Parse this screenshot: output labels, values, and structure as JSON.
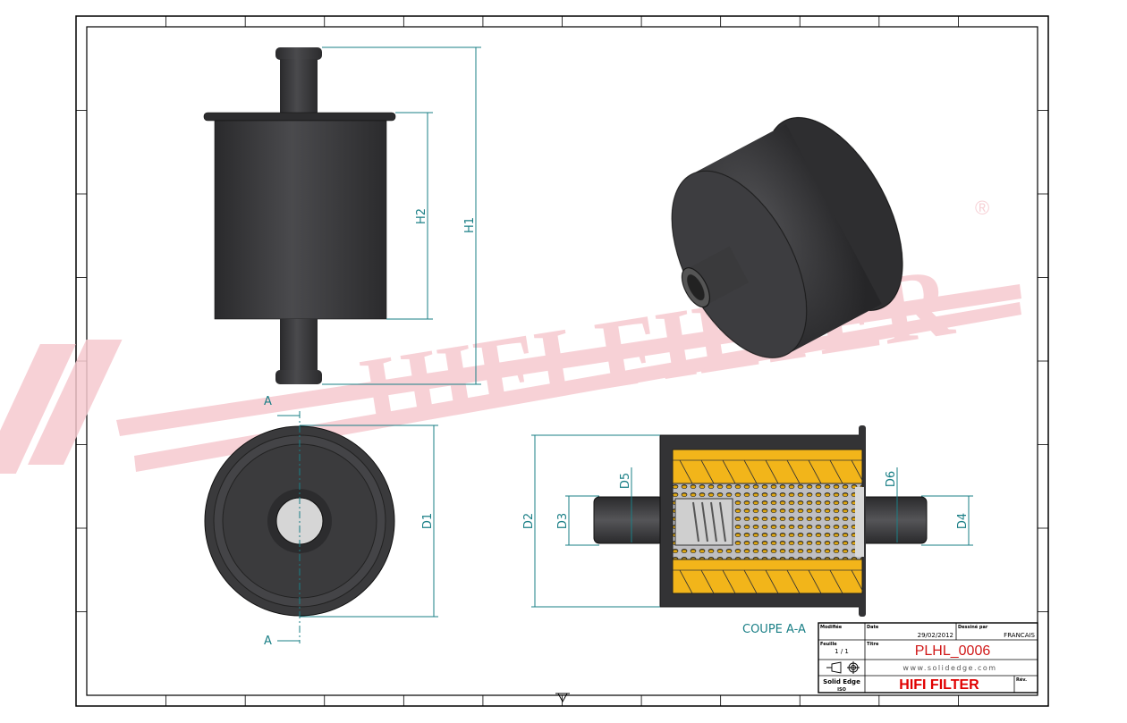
{
  "drawing": {
    "watermark": "HIFI FILTER",
    "watermark_registered": "®",
    "dimensions": {
      "h1": "H1",
      "h2": "H2",
      "d1": "D1",
      "d2": "D2",
      "d3": "D3",
      "d4": "D4",
      "d5": "D5",
      "d6": "D6"
    },
    "section_marker": "A",
    "section_title": "COUPE A-A"
  },
  "title_block": {
    "modifier_label": "Modifiée",
    "date_label": "Date",
    "date_value": "29/02/2012",
    "language_label": "Dessiné par",
    "language_value": "FRANCAIS",
    "sheet_label": "Feuille",
    "sheet_value": "1 / 1",
    "title_label": "Titre",
    "part_number": "PLHL_0006",
    "website": "www.solidedge.com",
    "software": "Solid Edge",
    "software_sub": "ISO",
    "brand": "HIFI FILTER",
    "rev_label": "Rév."
  },
  "colors": {
    "dimension": "#1a7f86",
    "body": "#3c3c3e",
    "media": "#f2b51a",
    "watermark": "#f6c9cf",
    "part_number": "#d01818",
    "brand": "#e00000"
  }
}
